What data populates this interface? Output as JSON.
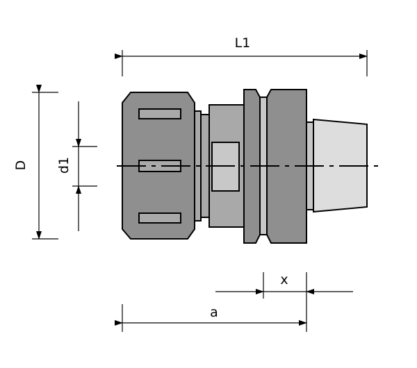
{
  "labels": {
    "L1": "L1",
    "D": "D",
    "d1": "d1",
    "x": "x",
    "a": "a"
  },
  "colors": {
    "dark_body": "#8f8f8f",
    "mid_body": "#a9a9a9",
    "light_body": "#c8c8c8",
    "lightest": "#dddddd",
    "line": "#000000"
  }
}
